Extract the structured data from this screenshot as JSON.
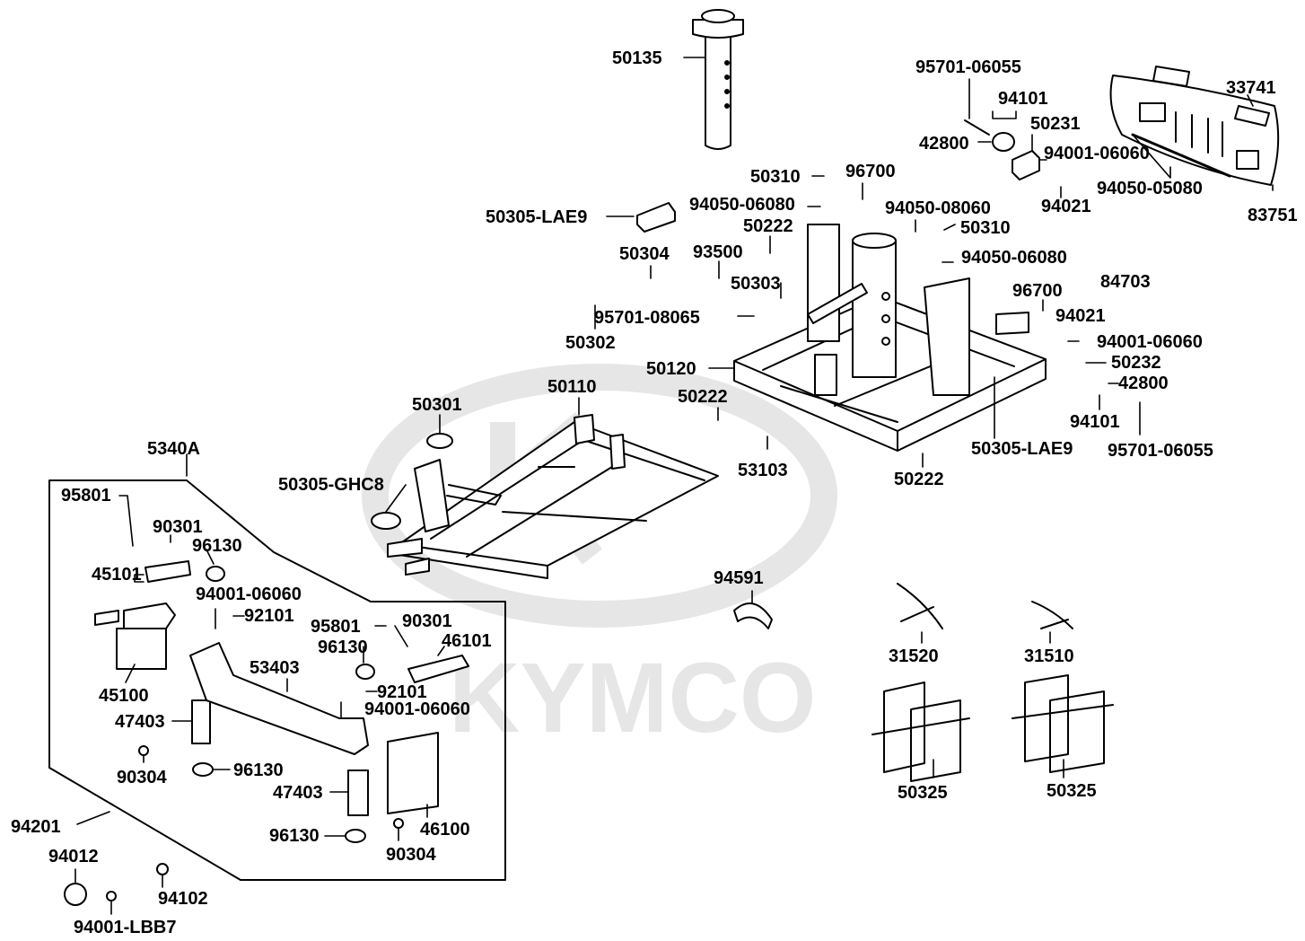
{
  "watermark": {
    "brand": "KYMCO",
    "color": "#e6e6e6"
  },
  "group_label": "5340A",
  "parts": [
    {
      "id": "50135",
      "label": "50135"
    },
    {
      "id": "95701-06055",
      "label": "95701-06055"
    },
    {
      "id": "94101",
      "label": "94101"
    },
    {
      "id": "33741",
      "label": "33741"
    },
    {
      "id": "50231",
      "label": "50231"
    },
    {
      "id": "42800",
      "label": "42800"
    },
    {
      "id": "94001-06060",
      "label": "94001-06060"
    },
    {
      "id": "94050-05080",
      "label": "94050-05080"
    },
    {
      "id": "50310",
      "label": "50310"
    },
    {
      "id": "96700",
      "label": "96700"
    },
    {
      "id": "94050-06080",
      "label": "94050-06080"
    },
    {
      "id": "94021",
      "label": "94021"
    },
    {
      "id": "83751",
      "label": "83751"
    },
    {
      "id": "50305-LAE9",
      "label": "50305-LAE9"
    },
    {
      "id": "50222",
      "label": "50222"
    },
    {
      "id": "94050-08060",
      "label": "94050-08060"
    },
    {
      "id": "50304",
      "label": "50304"
    },
    {
      "id": "93500",
      "label": "93500"
    },
    {
      "id": "84703",
      "label": "84703"
    },
    {
      "id": "50303",
      "label": "50303"
    },
    {
      "id": "95701-08065",
      "label": "95701-08065"
    },
    {
      "id": "50302",
      "label": "50302"
    },
    {
      "id": "50232",
      "label": "50232"
    },
    {
      "id": "50120",
      "label": "50120"
    },
    {
      "id": "50110",
      "label": "50110"
    },
    {
      "id": "50301",
      "label": "50301"
    },
    {
      "id": "53103",
      "label": "53103"
    },
    {
      "id": "50305-GHC8",
      "label": "50305-GHC8"
    },
    {
      "id": "95801",
      "label": "95801"
    },
    {
      "id": "90301",
      "label": "90301"
    },
    {
      "id": "96130",
      "label": "96130"
    },
    {
      "id": "45101",
      "label": "45101"
    },
    {
      "id": "92101",
      "label": "92101"
    },
    {
      "id": "94591",
      "label": "94591"
    },
    {
      "id": "45100",
      "label": "45100"
    },
    {
      "id": "46101",
      "label": "46101"
    },
    {
      "id": "53403",
      "label": "53403"
    },
    {
      "id": "31520",
      "label": "31520"
    },
    {
      "id": "31510",
      "label": "31510"
    },
    {
      "id": "47403",
      "label": "47403"
    },
    {
      "id": "90304",
      "label": "90304"
    },
    {
      "id": "50325",
      "label": "50325"
    },
    {
      "id": "94201",
      "label": "94201"
    },
    {
      "id": "46100",
      "label": "46100"
    },
    {
      "id": "94012",
      "label": "94012"
    },
    {
      "id": "94102",
      "label": "94102"
    },
    {
      "id": "94001-LBB7",
      "label": "94001-LBB7"
    }
  ]
}
